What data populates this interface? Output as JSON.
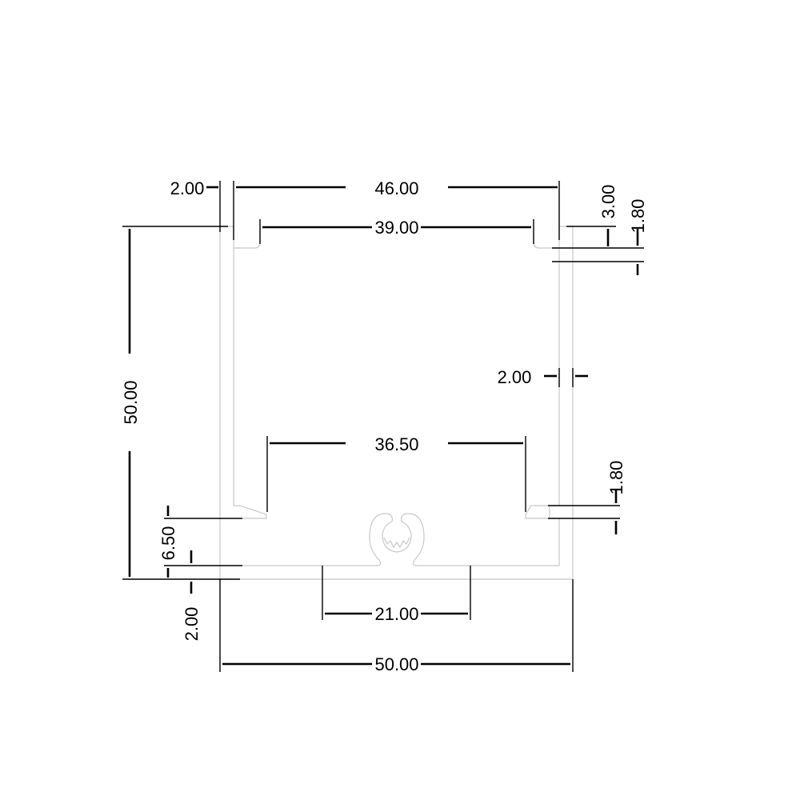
{
  "drawing": {
    "dimensions": {
      "top_left_wall": "2.00",
      "top_overall": "46.00",
      "top_opening": "39.00",
      "top_right_lip": "3.00",
      "top_right_lip_thickness": "1.80",
      "left_height": "50.00",
      "right_wall": "2.00",
      "lower_opening": "36.50",
      "lower_right_lip_thickness": "1.80",
      "bottom_left_offset": "6.50",
      "bottom_left_wall": "2.00",
      "bottom_channel": "21.00",
      "bottom_overall": "50.00"
    },
    "colors": {
      "profile_stroke": "#c8c8c8",
      "dimension_stroke": "#000000"
    }
  }
}
